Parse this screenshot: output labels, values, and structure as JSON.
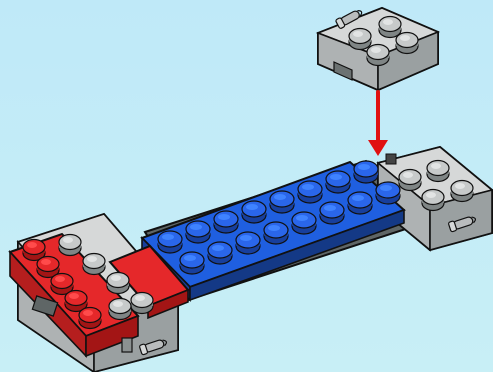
{
  "scene": {
    "kind": "lego-build-instruction-step",
    "background_color": "#bfe7f7",
    "colors": {
      "outline": "#111111",
      "blue": "#1f5fe0",
      "blue_dark": "#173f9d",
      "blue_light": "#3f83ff",
      "red": "#e5282a",
      "red_dark": "#a31515",
      "red_light": "#ff4b4b",
      "gray": "#b9bcbd",
      "gray_dark": "#7f8585",
      "gray_light": "#d6d8d8",
      "dark_gray_plate": "#5f6666",
      "arrow": "#e01010"
    },
    "icons": [
      "down-arrow-icon"
    ],
    "parts": [
      "incoming-2x2-gray-plate-with-clip",
      "blue-plate-2x8",
      "gray-plate-with-clip-right",
      "red-plate-and-gray-clip-left",
      "red-tile-small"
    ]
  }
}
